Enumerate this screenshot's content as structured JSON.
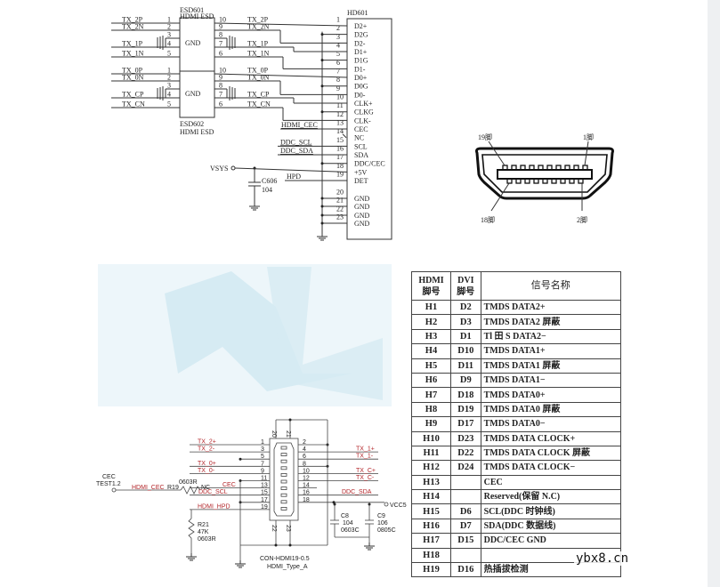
{
  "top_schematic": {
    "esd_upper": {
      "ref": "ESD601",
      "value": "HDMI ESD",
      "center": "GND",
      "left": [
        {
          "pin": "1",
          "net": "TX_2P"
        },
        {
          "pin": "2",
          "net": "TX_2N"
        },
        {
          "pin": "3",
          "net": ""
        },
        {
          "pin": "4",
          "net": "TX_1P"
        },
        {
          "pin": "5",
          "net": "TX_1N"
        }
      ],
      "right": [
        {
          "pin": "10",
          "net": "TX_2P"
        },
        {
          "pin": "9",
          "net": "TX_2N"
        },
        {
          "pin": "8",
          "net": ""
        },
        {
          "pin": "7",
          "net": "TX_1P"
        },
        {
          "pin": "6",
          "net": "TX_1N"
        }
      ]
    },
    "esd_lower": {
      "ref": "ESD602",
      "value": "HDMI ESD",
      "center": "GND",
      "left": [
        {
          "pin": "1",
          "net": "TX_0P"
        },
        {
          "pin": "2",
          "net": "TX_0N"
        },
        {
          "pin": "3",
          "net": ""
        },
        {
          "pin": "4",
          "net": "TX_CP"
        },
        {
          "pin": "5",
          "net": "TX_CN"
        }
      ],
      "right": [
        {
          "pin": "10",
          "net": "TX_0P"
        },
        {
          "pin": "9",
          "net": "TX_0N"
        },
        {
          "pin": "8",
          "net": ""
        },
        {
          "pin": "7",
          "net": "TX_CP"
        },
        {
          "pin": "6",
          "net": "TX_CN"
        }
      ]
    },
    "connector": {
      "ref": "HD601",
      "pins": [
        {
          "num": "1",
          "name": "D2+"
        },
        {
          "num": "2",
          "name": "D2G"
        },
        {
          "num": "3",
          "name": "D2-"
        },
        {
          "num": "4",
          "name": "D1+"
        },
        {
          "num": "5",
          "name": "D1G"
        },
        {
          "num": "6",
          "name": "D1-"
        },
        {
          "num": "7",
          "name": "D0+"
        },
        {
          "num": "8",
          "name": "D0G"
        },
        {
          "num": "9",
          "name": "D0-"
        },
        {
          "num": "10",
          "name": "CLK+"
        },
        {
          "num": "11",
          "name": "CLKG"
        },
        {
          "num": "12",
          "name": "CLK-"
        },
        {
          "num": "13",
          "name": "CEC"
        },
        {
          "num": "14",
          "name": "NC"
        },
        {
          "num": "15",
          "name": "SCL"
        },
        {
          "num": "16",
          "name": "SDA"
        },
        {
          "num": "17",
          "name": "DDC/CEC"
        },
        {
          "num": "18",
          "name": "+5V"
        },
        {
          "num": "19",
          "name": "DET"
        },
        {
          "num": "20",
          "name": "GND"
        },
        {
          "num": "21",
          "name": "GND"
        },
        {
          "num": "22",
          "name": "GND"
        },
        {
          "num": "23",
          "name": "GND"
        }
      ]
    },
    "nets": {
      "cec": "HDMI_CEC",
      "scl": "DDC_SCL",
      "sda": "DDC_SDA",
      "vsys": "VSYS",
      "hpd": "HPD"
    },
    "capacitor": {
      "ref": "C606",
      "value": "104"
    }
  },
  "connector_picture": {
    "pin19": "19脚",
    "pin1": "1脚",
    "pin18": "18脚",
    "pin2": "2脚"
  },
  "bottom_schematic": {
    "left_pins": [
      {
        "pin": "1",
        "net": "TX_2+"
      },
      {
        "pin": "3",
        "net": "TX_2-"
      },
      {
        "pin": "5",
        "net": ""
      },
      {
        "pin": "7",
        "net": "TX_0+"
      },
      {
        "pin": "9",
        "net": "TX_0-"
      },
      {
        "pin": "11",
        "net": ""
      },
      {
        "pin": "13",
        "net": "CEC"
      },
      {
        "pin": "15",
        "net": "DDC_SCL"
      },
      {
        "pin": "17",
        "net": ""
      },
      {
        "pin": "19",
        "net": "HDMI_HPD"
      }
    ],
    "right_pins": [
      {
        "pin": "2",
        "net": ""
      },
      {
        "pin": "4",
        "net": "TX_1+"
      },
      {
        "pin": "6",
        "net": "TX_1-"
      },
      {
        "pin": "8",
        "net": ""
      },
      {
        "pin": "10",
        "net": "TX_C+"
      },
      {
        "pin": "12",
        "net": "TX_C-"
      },
      {
        "pin": "14",
        "net": ""
      },
      {
        "pin": "16",
        "net": "DDC_SDA"
      },
      {
        "pin": "18",
        "net": ""
      }
    ],
    "shell_pins": {
      "top_left": "20",
      "top_right": "21",
      "bottom_left": "22",
      "bottom_right": "23"
    },
    "test_point": {
      "name": "CEC",
      "ref": "TEST1.2"
    },
    "hdmi_cec_net": "HDMI_CEC",
    "r19": {
      "ref": "R19",
      "package": "0603R",
      "note": "NC"
    },
    "r21": {
      "ref": "R21",
      "value": "47K",
      "package": "0603R"
    },
    "vcc": "VCC5",
    "c8": {
      "ref": "C8",
      "value": "104",
      "package": "0603C"
    },
    "c9": {
      "ref": "C9",
      "value": "106",
      "package": "0805C"
    },
    "part": "CON-HDMI19-0.5",
    "type": "HDMI_Type_A"
  },
  "pin_table": {
    "headers": {
      "hdmi": [
        "HDMI",
        "脚号"
      ],
      "dvi": [
        "DVI",
        "脚号"
      ],
      "signal": "信号名称"
    },
    "rows": [
      [
        "H1",
        "D2",
        "TMDS DATA2+"
      ],
      [
        "H2",
        "D3",
        "TMDS DATA2 屏蔽"
      ],
      [
        "H3",
        "D1",
        "Tl 田 S DATA2−"
      ],
      [
        "H4",
        "D10",
        "TMDS DATA1+"
      ],
      [
        "H5",
        "D11",
        "TMDS DATA1 屏蔽"
      ],
      [
        "H6",
        "D9",
        "TMDS DATA1−"
      ],
      [
        "H7",
        "D18",
        "TMDS DATA0+"
      ],
      [
        "H8",
        "D19",
        "TMDS DATA0 屏蔽"
      ],
      [
        "H9",
        "D17",
        "TMDS DATA0−"
      ],
      [
        "H10",
        "D23",
        "TMDS DATA CLOCK+"
      ],
      [
        "H11",
        "D22",
        "TMDS DATA CLOCK 屏蔽"
      ],
      [
        "H12",
        "D24",
        "TMDS DATA CLOCK−"
      ],
      [
        "H13",
        "",
        "CEC"
      ],
      [
        "H14",
        "",
        "Reserved(保留 N.C)"
      ],
      [
        "H15",
        "D6",
        "SCL(DDC 时钟线)"
      ],
      [
        "H16",
        "D7",
        "SDA(DDC 数据线)"
      ],
      [
        "H17",
        "D15",
        "DDC/CEC GND"
      ],
      [
        "H18",
        "",
        ""
      ],
      [
        "H19",
        "D16",
        "热插拔检测"
      ]
    ]
  },
  "watermark": "ybx8.cn",
  "colors": {
    "net_label": "#b3262a",
    "watermark_bg": "#d6ebf3"
  }
}
